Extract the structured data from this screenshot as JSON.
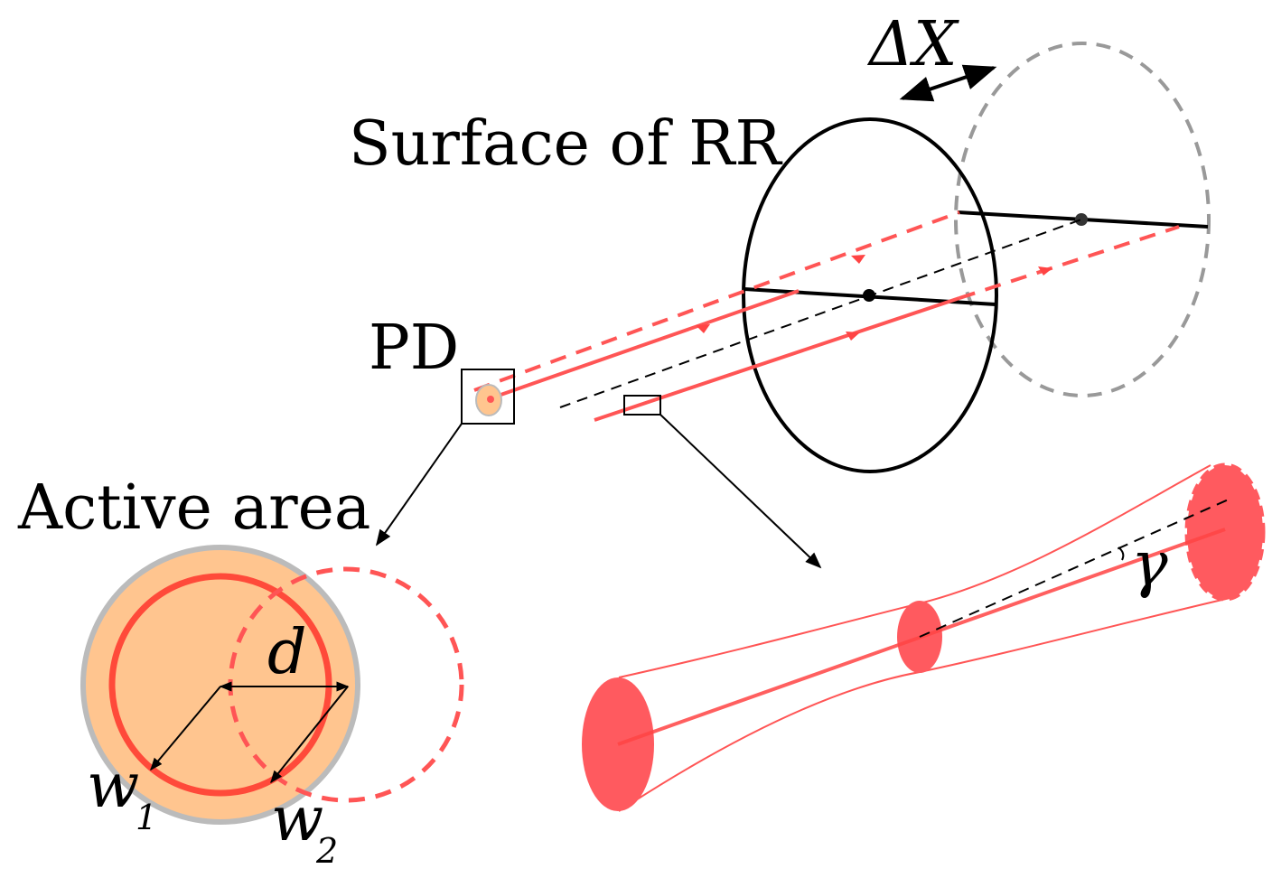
{
  "labels": {
    "delta_x": "ΔX",
    "surface": "Surface of RR",
    "pd": "PD",
    "active_area": "Active area",
    "d": "d",
    "w": "w",
    "sub1": "1",
    "sub2": "2",
    "gamma": "γ"
  },
  "colors": {
    "beam": "#ff5555",
    "beam_fill": "#ff5a5f",
    "active_fill": "#ffc58f",
    "active_rim": "#bbbbbb",
    "spot_ring": "#ff4a3a",
    "dashed_gray": "#999999",
    "ink": "#000000"
  }
}
